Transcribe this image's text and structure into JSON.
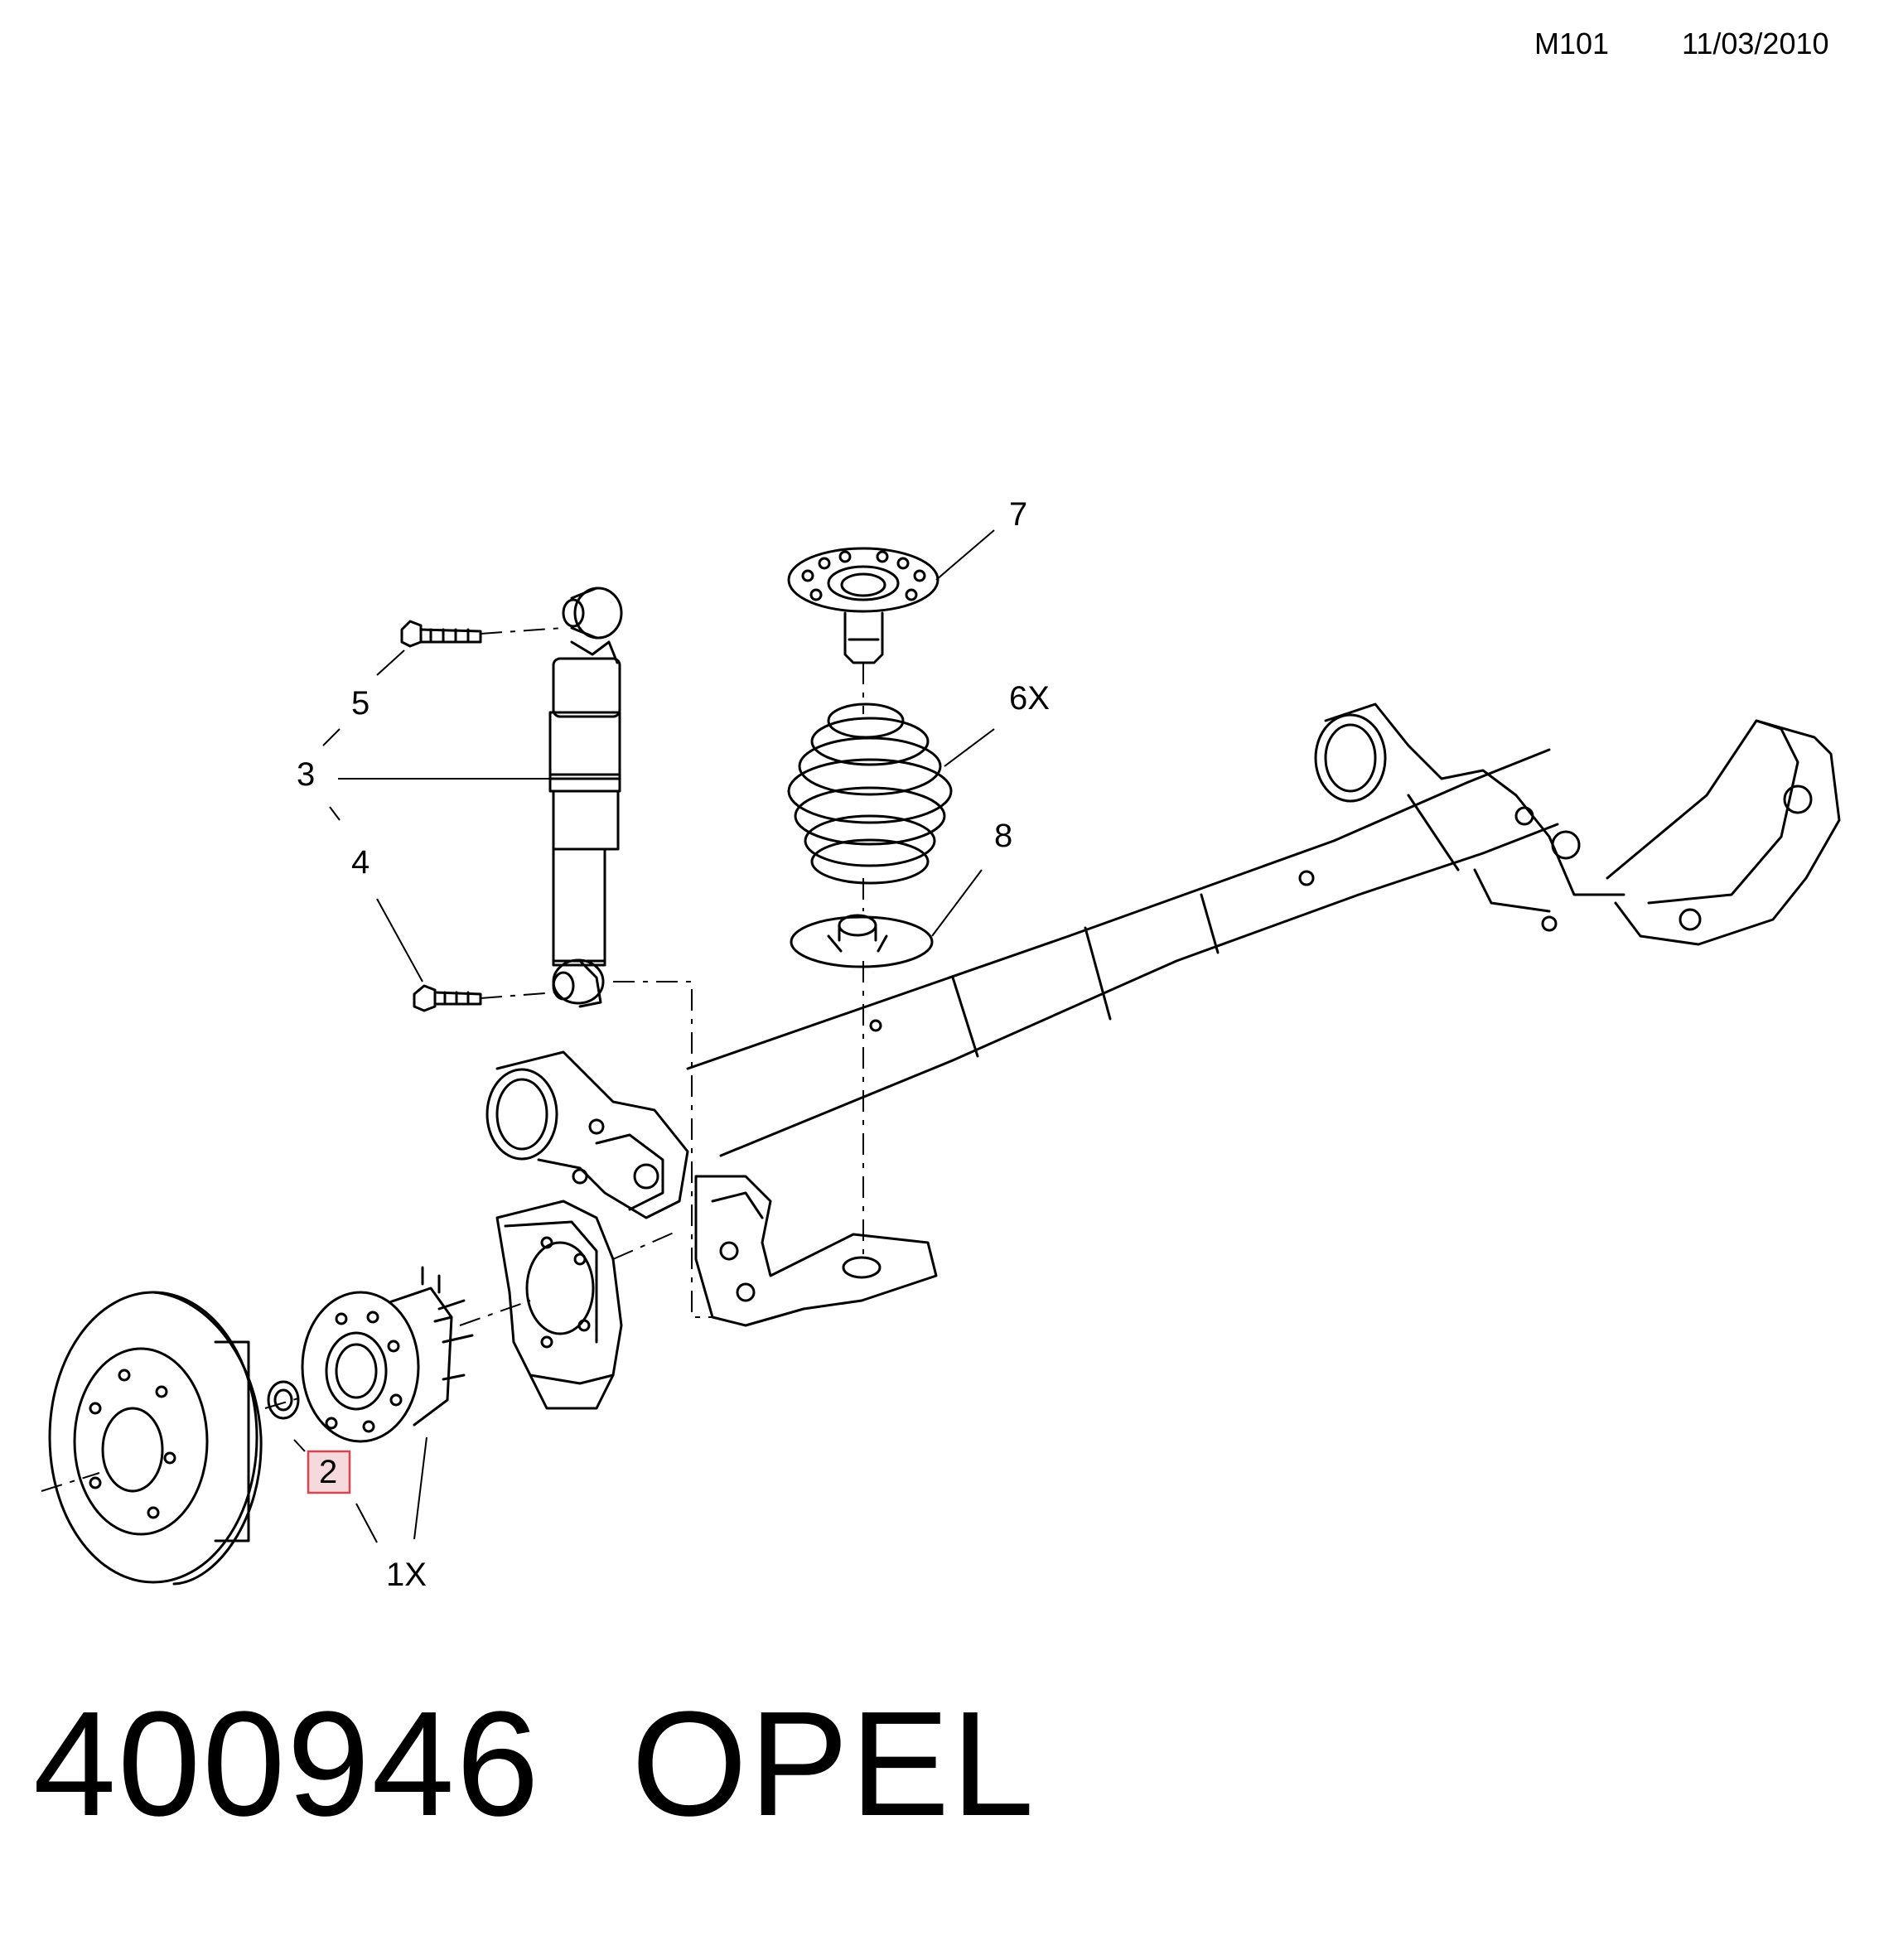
{
  "header": {
    "diagram_code": "M101",
    "date": "11/03/2010"
  },
  "callouts": {
    "c1": "1X",
    "c2": "2",
    "c3": "3",
    "c4": "4",
    "c5": "5",
    "c6": "6X",
    "c7": "7",
    "c8": "8"
  },
  "highlighted_callout": "2",
  "footer": {
    "part_number": "400946",
    "brand": "OPEL"
  },
  "colors": {
    "line": "#000000",
    "highlight_fill": "#f6d9dc",
    "highlight_stroke": "#d9434e"
  }
}
